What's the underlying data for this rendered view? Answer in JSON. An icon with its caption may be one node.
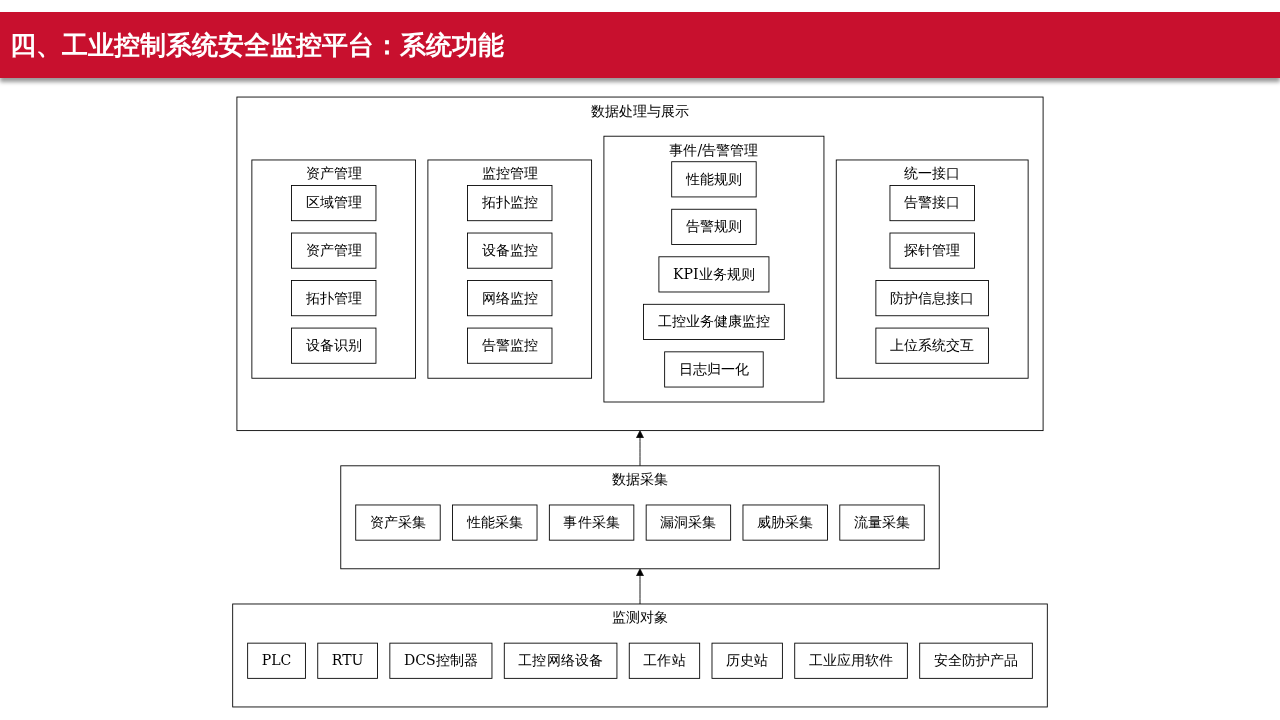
{
  "diagram": {
    "title": "四、工业控制系统安全监控平台：系统功能",
    "nodes": [
      {
        "text": [
          "数据处理与展示"
        ]
      },
      {
        "text": [
          "资产管理"
        ],
        "in": 0
      },
      {
        "text": [
          "区域管理"
        ],
        "in": 1
      },
      {
        "text": [
          "资产管理"
        ],
        "in": 1
      },
      {
        "text": [
          "拓扑管理"
        ],
        "in": 1
      },
      {
        "text": [
          "设备识别"
        ],
        "in": 1
      },
      {
        "text": [
          "监控管理"
        ],
        "in": 0
      },
      {
        "text": [
          "拓扑监控"
        ],
        "in": 6
      },
      {
        "text": [
          "设备监控"
        ],
        "in": 6
      },
      {
        "text": [
          "网络监控"
        ],
        "in": 6
      },
      {
        "text": [
          "告警监控"
        ],
        "in": 6
      },
      {
        "text": [
          "事件/告警管理"
        ],
        "in": 0
      },
      {
        "text": [
          "性能规则"
        ],
        "in": 11
      },
      {
        "text": [
          "告警规则"
        ],
        "in": 11
      },
      {
        "text": [
          "KPI业务规则"
        ],
        "in": 11
      },
      {
        "text": [
          "工控业务健康监控"
        ],
        "in": 11
      },
      {
        "text": [
          "日志归一化"
        ],
        "in": 11
      },
      {
        "text": [
          "统一接口"
        ],
        "in": 0
      },
      {
        "text": [
          "告警接口"
        ],
        "in": 17
      },
      {
        "text": [
          "探针管理"
        ],
        "in": 17
      },
      {
        "text": [
          "防护信息接口"
        ],
        "in": 17
      },
      {
        "text": [
          "上位系统交互"
        ],
        "in": 17
      },
      {
        "text": [
          "数据采集"
        ]
      },
      {
        "text": [
          "资产采集"
        ],
        "in": 22
      },
      {
        "text": [
          "性能采集"
        ],
        "in": 22
      },
      {
        "text": [
          "事件采集"
        ],
        "in": 22
      },
      {
        "text": [
          "漏洞采集"
        ],
        "in": 22
      },
      {
        "text": [
          "威胁采集"
        ],
        "in": 22
      },
      {
        "text": [
          "流量采集"
        ],
        "in": 22
      },
      {
        "text": [
          "监测对象"
        ]
      },
      {
        "text": [
          "PLC"
        ],
        "in": 29
      },
      {
        "text": [
          "RTU"
        ],
        "in": 29
      },
      {
        "text": [
          "DCS控制器"
        ],
        "in": 29
      },
      {
        "text": [
          "工控网络设备"
        ],
        "in": 29
      },
      {
        "text": [
          "工作站"
        ],
        "in": 29
      },
      {
        "text": [
          "历史站"
        ],
        "in": 29
      },
      {
        "text": [
          "工业应用软件"
        ],
        "in": 29
      },
      {
        "text": [
          "安全防护产品"
        ],
        "in": 29
      }
    ],
    "edges": [
      {
        "from": 22,
        "to": 0,
        "arrow": "to"
      },
      {
        "from": 29,
        "to": 22,
        "arrow": "to"
      }
    ]
  }
}
